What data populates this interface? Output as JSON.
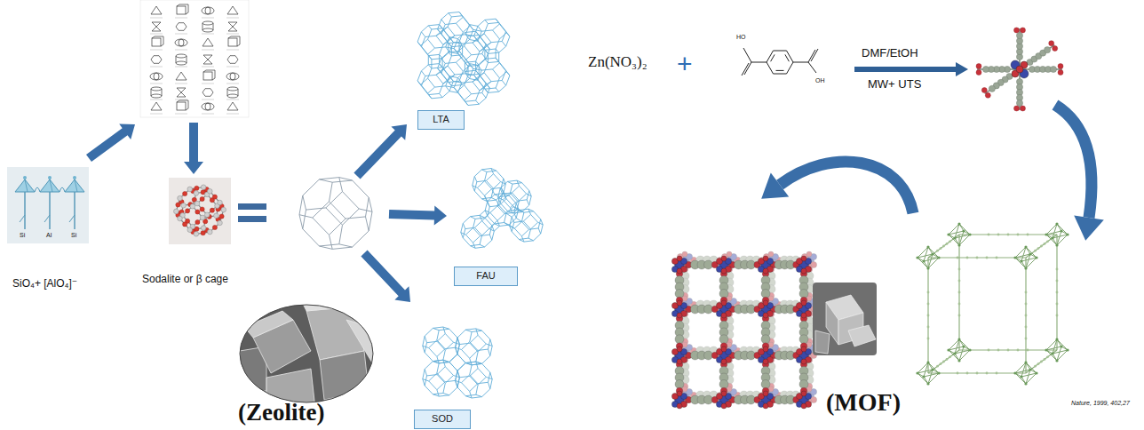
{
  "diagram": {
    "nodes": [
      {
        "text": [
          "LTA"
        ]
      },
      {
        "text": [
          "FAU"
        ]
      },
      {
        "text": [
          "SOD"
        ]
      }
    ],
    "labels": [
      "SiO₄+ [AlO₄]⁻",
      "Si",
      "Al",
      "Si",
      "Sodalite or β cage",
      "(Zeolite)",
      "Zn(NO₃)₂",
      "+",
      "HO",
      "OH",
      "DMF/EtOH",
      "MW+ UTS",
      "(MOF)",
      "Nature, 1999, 402,27"
    ]
  }
}
